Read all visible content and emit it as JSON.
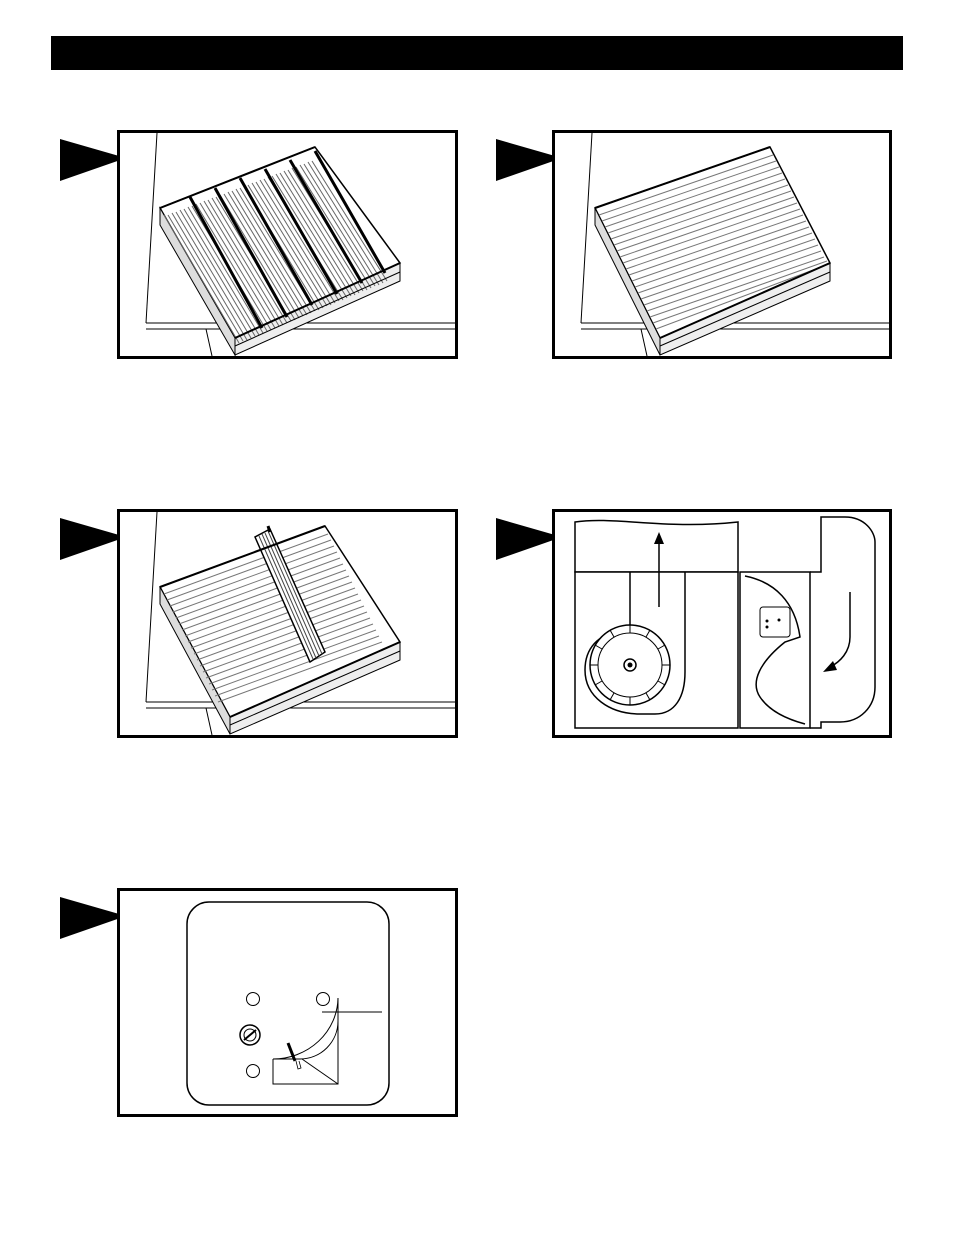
{
  "header": {
    "title": ""
  },
  "figures": [
    {
      "id": "fig-1",
      "subject": "filter-grille-with-bars"
    },
    {
      "id": "fig-2",
      "subject": "filter-grille-plain"
    },
    {
      "id": "fig-3",
      "subject": "filter-removal"
    },
    {
      "id": "fig-4",
      "subject": "airflow-blower-diagram"
    },
    {
      "id": "fig-5",
      "subject": "control-knob-panel"
    }
  ],
  "colors": {
    "ink": "#000000",
    "paper": "#ffffff",
    "fin": "#555555",
    "light": "#bdbdbd"
  }
}
